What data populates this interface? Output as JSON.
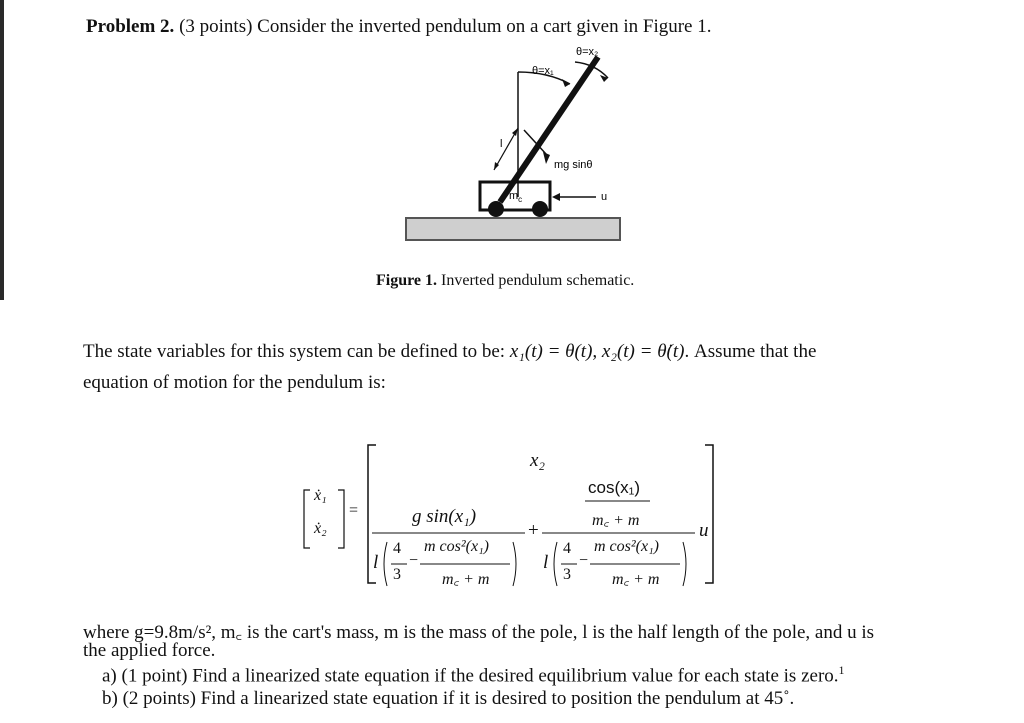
{
  "problem": {
    "label": "Problem 2.",
    "points": "(3 points)",
    "text": "Consider the inverted pendulum on a cart given in Figure 1."
  },
  "figure": {
    "label_theta_x1": "θ=x₁",
    "label_theta_x2": "θ=x₂",
    "label_l": "l",
    "label_mg": "mg sinθ",
    "label_mc": "m",
    "label_mc_sub": "c",
    "label_u": "u",
    "caption_label": "Figure 1.",
    "caption_text": "Inverted pendulum schematic."
  },
  "state_text": {
    "line1_a": "The state variables for this system can be defined to be:",
    "line1_math": "x₁(t) = θ(t), x₂(t) = θ̇(t)",
    "line1_b": ". Assume that the",
    "line2": "equation of motion for the pendulum is:"
  },
  "equation": {
    "lhs_top": "ẋ₁",
    "lhs_bottom": "ẋ₂",
    "eq": "=",
    "top_entry": "x₂",
    "term1_num": "g sin(x₁)",
    "term1_den_l": "l",
    "term1_den_frac_num": "4",
    "term1_den_frac_den": "3",
    "term1_den_minus": "−",
    "term1_den_mnum": "m cos²(x₁)",
    "term1_den_mden": "m꜀ + m",
    "plus": "+",
    "term2_num_top": "cos(x₁)",
    "term2_num_bot": "m꜀ + m",
    "term2_den_l": "l",
    "term2_den_frac_num": "4",
    "term2_den_frac_den": "3",
    "term2_den_minus": "−",
    "term2_den_mnum": "m cos²(x₁)",
    "term2_den_mden": "m꜀ + m",
    "u": "u"
  },
  "where": {
    "line1": "where g=9.8m/s², m꜀ is the cart's mass, m is the mass of the pole, l is the half length of the pole, and u is",
    "line2": "the applied force.",
    "a_label": "a)",
    "a_text": "(1 point) Find a linearized state equation if the desired equilibrium value for each state is zero.",
    "a_sup": "1",
    "b_label": "b)",
    "b_text": "(2 points) Find a linearized state equation if it is desired to position the pendulum at 45˚."
  }
}
